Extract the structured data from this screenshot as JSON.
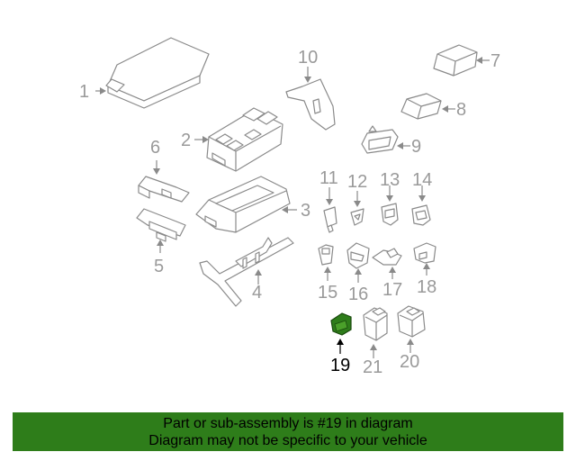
{
  "diagram": {
    "callouts": [
      "1",
      "2",
      "3",
      "4",
      "5",
      "6",
      "7",
      "8",
      "9",
      "10",
      "11",
      "12",
      "13",
      "14",
      "15",
      "16",
      "17",
      "18",
      "19",
      "20",
      "21"
    ],
    "highlighted": "19",
    "highlight_color": "#2e7d1a"
  },
  "banner": {
    "line1": "Part or sub-assembly is #19 in diagram",
    "line2": "Diagram may not be specific to your vehicle",
    "color": "#2e7d1a"
  }
}
